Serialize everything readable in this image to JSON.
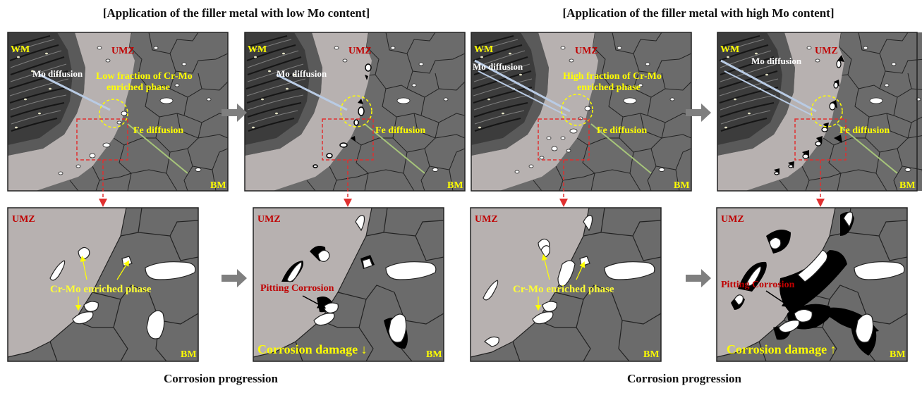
{
  "headers": {
    "low": "[Application of the filler metal with low Mo content]",
    "high": "[Application of the filler metal with high Mo content]"
  },
  "footers": {
    "low": "Corrosion progression",
    "high": "Corrosion progression"
  },
  "top_panels": [
    {
      "wm": "WM",
      "umz": "UMZ",
      "bm": "BM",
      "mo": "Mo diffusion",
      "fe": "Fe diffusion",
      "note1": "Low fraction of Cr-Mo",
      "note2": "enriched phase"
    },
    {
      "wm": "WM",
      "umz": "UMZ",
      "bm": "BM",
      "mo": "Mo diffusion",
      "fe": "Fe diffusion",
      "note1": "",
      "note2": ""
    },
    {
      "wm": "WM",
      "umz": "UMZ",
      "bm": "BM",
      "mo": "Mo diffusion",
      "fe": "Fe diffusion",
      "note1": "High fraction of Cr-Mo",
      "note2": "enriched phase"
    },
    {
      "wm": "WM",
      "umz": "UMZ",
      "bm": "BM",
      "mo": "Mo diffusion",
      "fe": "Fe diffusion",
      "note1": "",
      "note2": ""
    }
  ],
  "bottom_panels": [
    {
      "umz": "UMZ",
      "bm": "BM",
      "phase": "Cr-Mo enriched phase",
      "pitting": "",
      "damage": ""
    },
    {
      "umz": "UMZ",
      "bm": "BM",
      "phase": "",
      "pitting": "Pitting Corrosion",
      "damage": "Corrosion damage ↓"
    },
    {
      "umz": "UMZ",
      "bm": "BM",
      "phase": "Cr-Mo enriched phase",
      "pitting": "",
      "damage": ""
    },
    {
      "umz": "UMZ",
      "bm": "BM",
      "phase": "",
      "pitting": "Pitting Corrosion",
      "damage": "Corrosion damage ↑"
    }
  ],
  "colors": {
    "umz": "#b7b1b0",
    "bm": "#6b6b6b",
    "wm": "#3c3c3c",
    "highlight_yellow": "#ffff00",
    "box_red": "#e03030",
    "arrow_gray": "#7f7f7f"
  }
}
